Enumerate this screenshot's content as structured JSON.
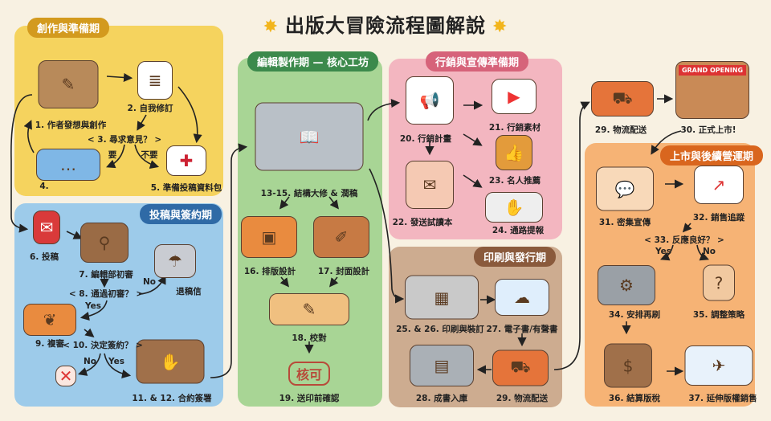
{
  "title": "出版大冒險流程圖解說",
  "title_icon": "star-icon",
  "phases": {
    "creation": {
      "label": "創作與準備期",
      "color": "#f5d35e",
      "tab": "#d39a1e"
    },
    "submission": {
      "label": "投稿與簽約期",
      "color": "#9dcbea",
      "tab": "#2f6aa6"
    },
    "editing": {
      "label": "編輯製作期 — 核心工坊",
      "color": "#a8d595",
      "tab": "#3c8a4c"
    },
    "marketing": {
      "label": "行銷與宣傳準備期",
      "color": "#f3b6c0",
      "tab": "#d6637a"
    },
    "printing": {
      "label": "印刷與發行期",
      "color": "#cdac90",
      "tab": "#8a5a3c"
    },
    "launch": {
      "label": "上市與後續營運期",
      "color": "#f6b375",
      "tab": "#d9661e"
    }
  },
  "steps": {
    "s1": "1. 作者發想與創作",
    "s2": "2. 自我修訂",
    "s3": "< 3. 尋求意見？ >",
    "s3yes": "要",
    "s3no": "不要",
    "s4": "4.",
    "s5": "5. 準備投稿資料包",
    "s6": "6. 投稿",
    "s7": "7. 編輯部初審",
    "s8": "< 8. 通過初審？ >",
    "s8no": "No",
    "s8yes": "Yes",
    "reject": "退稿信",
    "s9": "9. 複審",
    "s10": "< 10. 決定簽約？ >",
    "s10no": "No",
    "s10yes": "Yes",
    "s11": "11. & 12. 合約簽署",
    "s13": "13-15. 結構大修 & 潤稿",
    "s16": "16. 排版設計",
    "s17": "17. 封面設計",
    "s18": "18. 校對",
    "stamp": "核可",
    "s19": "19. 送印前確認",
    "s20": "20. 行銷計畫",
    "s21": "21. 行銷素材",
    "s22": "22. 發送試讀本",
    "s23": "23. 名人推薦",
    "s24": "24. 通路提報",
    "s25": "25. & 26. 印刷與裝訂",
    "s27": "27. 電子書/有聲書",
    "s28": "28. 成書入庫",
    "s29a": "29. 物流配送",
    "s29b": "29. 物流配送",
    "store_sign": "GRAND OPENING",
    "s30": "30. 正式上市!",
    "s31": "31. 密集宣傳",
    "s32": "32. 銷售追蹤",
    "s33": "< 33. 反應良好？ >",
    "s33yes": "Yes",
    "s33no": "No",
    "s34": "34. 安排再刷",
    "s35": "35. 調整策略",
    "s36": "36. 結算版稅",
    "s37": "37. 延伸版權銷售"
  },
  "icons": {
    "s1": "bear-writing-icon",
    "s2": "manuscript-icon",
    "s4": "birds-discussing-icon",
    "s5": "gift-package-icon",
    "s6": "mailbox-icon",
    "s7": "owl-magnifier-icon",
    "reject": "rain-cloud-letter-icon",
    "s9": "fox-owl-review-icon",
    "s10no": "red-x-icon",
    "s11": "handshake-icon",
    "s13": "factory-book-icon",
    "s16": "fox-computer-icon",
    "s17": "squirrel-painting-icon",
    "s18": "cats-proofreading-icon",
    "s19": "approval-stamp-icon",
    "s20": "rabbit-megaphone-icon",
    "s21": "social-media-icon",
    "s22": "rabbit-gift-icon",
    "s23": "lion-thumbs-up-icon",
    "s24": "cats-handshake-icon",
    "s25": "printing-factory-icon",
    "s27": "cloud-devices-icon",
    "s28": "warehouse-icon",
    "s29": "delivery-truck-icon",
    "s30": "bookstore-icon",
    "s31": "people-chatting-icon",
    "s32": "sales-chart-icon",
    "s34": "printing-press-icon",
    "s35": "thinking-person-icon",
    "s36": "bear-money-bag-icon",
    "s37": "airplane-icon"
  }
}
